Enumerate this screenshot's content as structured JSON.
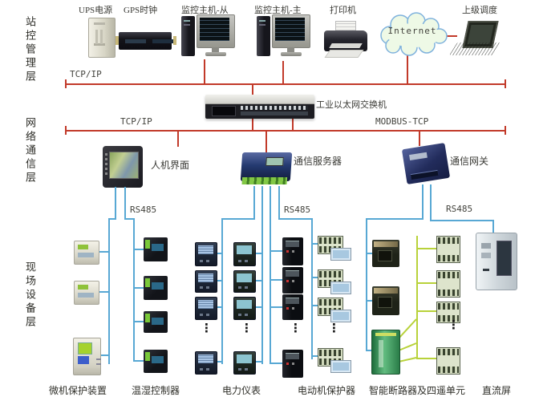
{
  "layer_labels": {
    "station": "站控管理层",
    "network": "网络通信层",
    "field": "现场设备层"
  },
  "station_layer": {
    "bus_protocol": "TCP/IP",
    "devices": [
      {
        "label": "UPS电源"
      },
      {
        "label": "GPS时钟"
      },
      {
        "label": "监控主机-从"
      },
      {
        "label": "监控主机-主"
      },
      {
        "label": "打印机"
      },
      {
        "label": "Internet"
      },
      {
        "label": "上级调度"
      }
    ]
  },
  "network_layer": {
    "switch_label": "工业以太网交换机",
    "bus_protocol_left": "TCP/IP",
    "bus_protocol_right": "MODBUS-TCP",
    "devices": [
      {
        "label": "人机界面"
      },
      {
        "label": "通信服务器"
      },
      {
        "label": "通信网关"
      }
    ],
    "serial_links": [
      "RS485",
      "RS485",
      "RS485"
    ]
  },
  "field_layer": {
    "group_labels": [
      "微机保护装置",
      "温湿控制器",
      "电力仪表",
      "电动机保护器",
      "智能断路器及四遥单元",
      "直流屏"
    ],
    "ellipsis": "⋮"
  },
  "colors": {
    "bus_red": "#c23a2a",
    "line_blue": "#58a8d4",
    "line_yellow_green": "#b8d23a",
    "cloud_fill": "#eef9e6",
    "cloud_stroke": "#7fb2dd"
  }
}
